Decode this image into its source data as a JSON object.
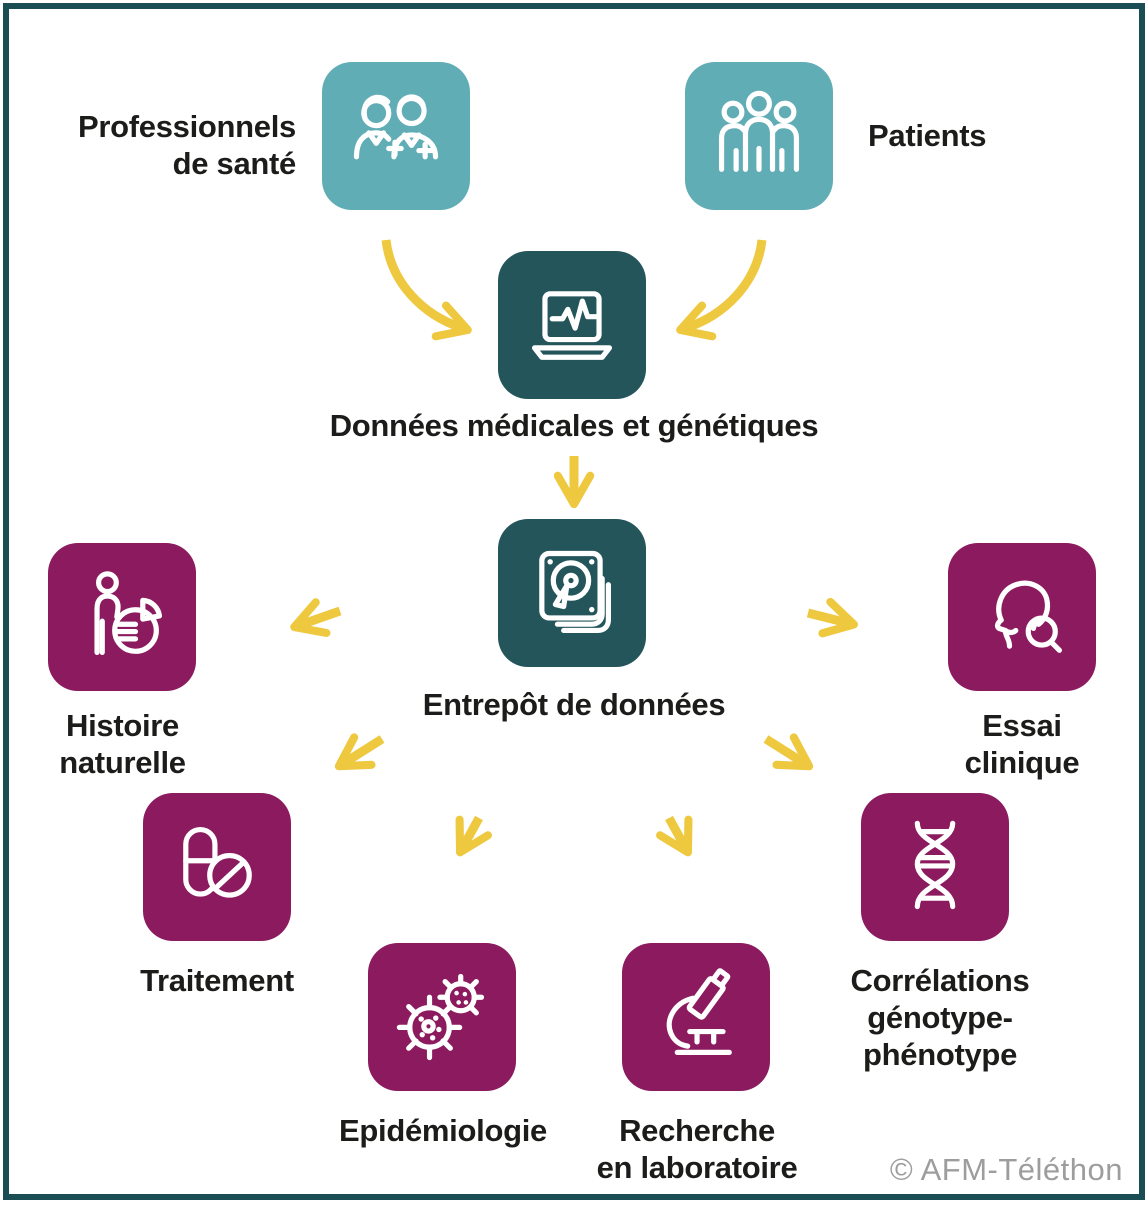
{
  "diagram": {
    "colors": {
      "teal": "#60adb5",
      "dark_teal": "#24555b",
      "magenta": "#8c1a5e",
      "arrow_yellow": "#eec83f",
      "frame": "#1b4e54",
      "text": "#1c1c1a",
      "copyright_gray": "#9d9d9d"
    },
    "sources": [
      {
        "label_lines": [
          "Professionnels",
          "de santé"
        ],
        "icon": "medical-team-icon"
      },
      {
        "label_lines": [
          "Patients"
        ],
        "icon": "patients-group-icon"
      }
    ],
    "data_node": {
      "label": "Données médicales et génétiques",
      "icon": "laptop-pulse-icon"
    },
    "warehouse_node": {
      "label": "Entrepôt de données",
      "icon": "hard-drive-stack-icon"
    },
    "outputs": [
      {
        "label_lines": [
          "Histoire",
          "naturelle"
        ],
        "icon": "person-pie-chart-icon"
      },
      {
        "label_lines": [
          "Essai",
          "clinique"
        ],
        "icon": "head-magnifier-icon"
      },
      {
        "label_lines": [
          "Traitement"
        ],
        "icon": "pill-capsule-icon"
      },
      {
        "label_lines": [
          "Corrélations",
          "génotype-",
          "phénotype"
        ],
        "icon": "dna-helix-icon"
      },
      {
        "label_lines": [
          "Epidémiologie"
        ],
        "icon": "virus-icon"
      },
      {
        "label_lines": [
          "Recherche",
          "en laboratoire"
        ],
        "icon": "microscope-icon"
      }
    ],
    "copyright": "© AFM-Téléthon"
  }
}
